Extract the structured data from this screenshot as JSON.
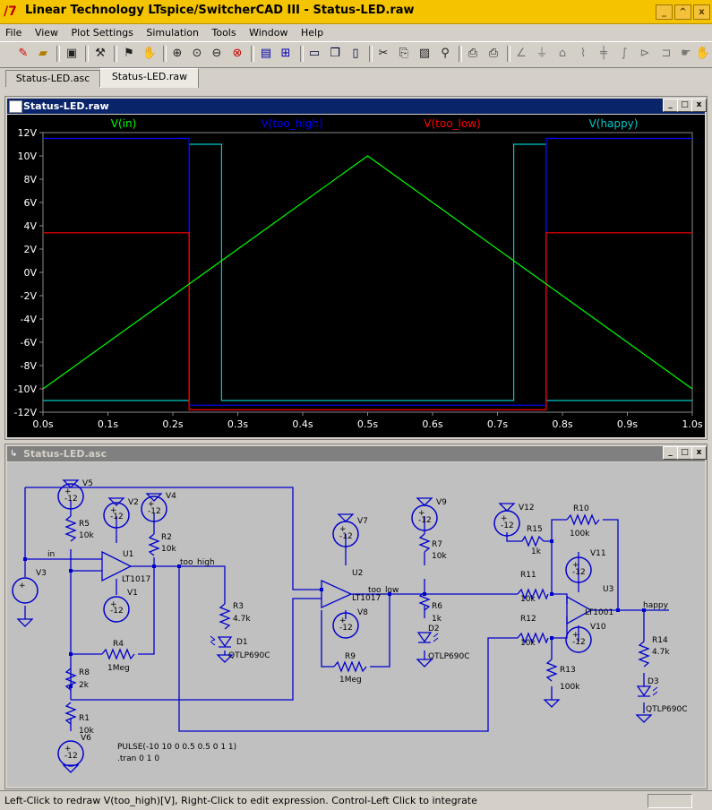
{
  "window": {
    "title": "Linear Technology LTspice/SwitcherCAD III - Status-LED.raw",
    "app_icon": "ltspice-logo-icon"
  },
  "menu": [
    "File",
    "View",
    "Plot Settings",
    "Simulation",
    "Tools",
    "Window",
    "Help"
  ],
  "tabs": [
    {
      "label": "Status-LED.asc",
      "active": false
    },
    {
      "label": "Status-LED.raw",
      "active": true
    }
  ],
  "plot_window": {
    "title": "Status-LED.raw",
    "traces": [
      {
        "label": "V(in)",
        "color": "#00ff00"
      },
      {
        "label": "V(too_high)",
        "color": "#0000ff"
      },
      {
        "label": "V(too_low)",
        "color": "#ff0000"
      },
      {
        "label": "V(happy)",
        "color": "#00c8c8"
      }
    ],
    "y_ticks": [
      "12V",
      "10V",
      "8V",
      "6V",
      "4V",
      "2V",
      "0V",
      "-2V",
      "-4V",
      "-6V",
      "-8V",
      "-10V",
      "-12V"
    ],
    "x_ticks": [
      "0.0s",
      "0.1s",
      "0.2s",
      "0.3s",
      "0.4s",
      "0.5s",
      "0.6s",
      "0.7s",
      "0.8s",
      "0.9s",
      "1.0s"
    ]
  },
  "chart_data": {
    "type": "line",
    "xlim": [
      0,
      1.0
    ],
    "ylim": [
      -12,
      12
    ],
    "xlabel": "",
    "ylabel": "",
    "series": [
      {
        "name": "V(in)",
        "color": "#00ff00",
        "x": [
          0,
          0.5,
          1.0
        ],
        "y": [
          -10,
          10,
          -10
        ]
      },
      {
        "name": "V(too_high)",
        "color": "#0000ff",
        "x": [
          0,
          0.225,
          0.225,
          0.775,
          0.775,
          1.0
        ],
        "y": [
          11.5,
          11.5,
          -11.4,
          -11.4,
          11.5,
          11.5
        ]
      },
      {
        "name": "V(too_low)",
        "color": "#ff0000",
        "x": [
          0,
          0.225,
          0.225,
          0.775,
          0.775,
          1.0
        ],
        "y": [
          3.4,
          3.4,
          -11.8,
          -11.8,
          3.4,
          3.4
        ]
      },
      {
        "name": "V(happy)",
        "color": "#00c8c8",
        "x": [
          0,
          0.225,
          0.225,
          0.275,
          0.275,
          0.725,
          0.725,
          0.775,
          0.775,
          1.0
        ],
        "y": [
          -11,
          -11,
          11,
          11,
          -11,
          -11,
          11,
          11,
          -11,
          -11
        ]
      }
    ]
  },
  "schematic_window": {
    "title": "Status-LED.asc",
    "labels": {
      "v5": "V5",
      "v2": "V2",
      "v4": "V4",
      "v7": "V7",
      "v9": "V9",
      "v12": "V12",
      "v11": "V11",
      "v3": "V3",
      "v1": "V1",
      "v8": "V8",
      "v10": "V10",
      "v6": "V6",
      "r5": "R5",
      "r5v": "10k",
      "r2": "R2",
      "r2v": "10k",
      "r3": "R3",
      "r3v": "4.7k",
      "r4": "R4",
      "r4v": "1Meg",
      "r8": "R8",
      "r8v": "2k",
      "r1": "R1",
      "r1v": "10k",
      "r7": "R7",
      "r7v": "10k",
      "r6": "R6",
      "r6v": "1k",
      "r9": "R9",
      "r9v": "1Meg",
      "r15": "R15",
      "r15v": "1k",
      "r10": "R10",
      "r10v": "100k",
      "r11": "R11",
      "r11v": "10k",
      "r12": "R12",
      "r12v": "10k",
      "r13": "R13",
      "r13v": "100k",
      "r14": "R14",
      "r14v": "4.7k",
      "u1": "U1",
      "u1p": "LT1017",
      "u2": "U2",
      "u2p": "LT1017",
      "u3": "U3",
      "u3p": "LT1001",
      "d1": "D1",
      "d1p": "QTLP690C",
      "d2": "D2",
      "d2p": "QTLP690C",
      "d3": "D3",
      "d3p": "QTLP690C",
      "net_in": "in",
      "net_too_high": "too_high",
      "net_too_low": "too_low",
      "net_happy": "happy",
      "src": "-12",
      "directive1": "PULSE(-10 10 0 0.5 0.5 0 1 1)",
      "directive2": ".tran 0 1 0"
    }
  },
  "status": "Left-Click to redraw V(too_high)[V],  Right-Click to edit expression. Control-Left Click to integrate"
}
